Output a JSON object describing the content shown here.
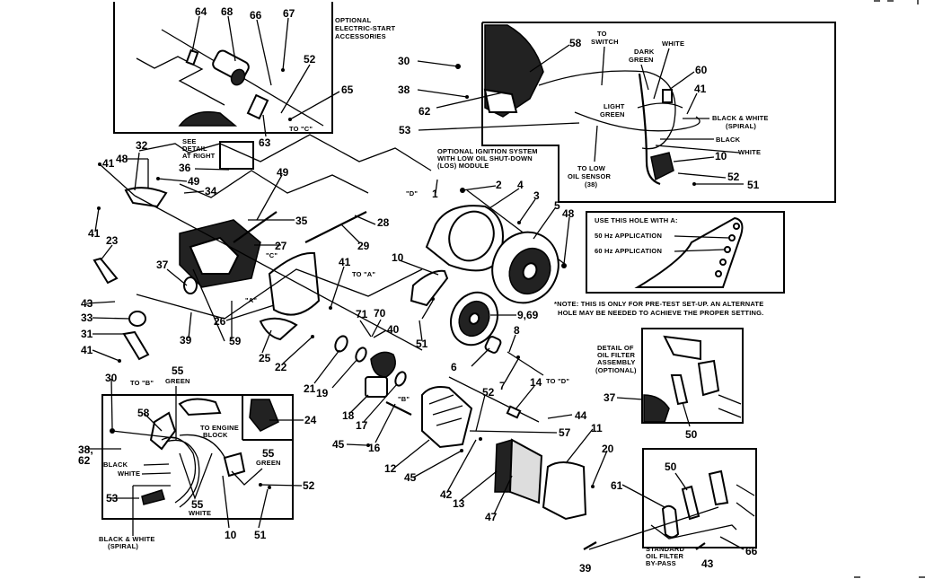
{
  "diagram": {
    "title": "Engine exploded parts diagram",
    "captions": {
      "electric_start": [
        "OPTIONAL",
        "ELECTRIC-START",
        "ACCESSORIES"
      ],
      "see_detail": [
        "SEE",
        "DETAIL",
        "AT RIGHT"
      ],
      "ignition": [
        "OPTIONAL IGNITION SYSTEM",
        "WITH LOW OIL SHUT-DOWN",
        "(LOS) MODULE"
      ],
      "hole_title": "USE THIS HOLE WITH A:",
      "hz50": "50 Hz APPLICATION",
      "hz60": "60 Hz APPLICATION",
      "note": [
        "*NOTE: THIS IS ONLY FOR PRE-TEST SET-UP.  AN ALTERNATE",
        "HOLE MAY BE NEEDED TO ACHIEVE THE PROPER SETTING."
      ],
      "oil_filter_detail": [
        "DETAIL OF",
        "OIL FILTER",
        "ASSEMBLY",
        "(OPTIONAL)"
      ],
      "standard_bypass": [
        "STANDARD",
        "OIL FILTER",
        "BY-PASS"
      ],
      "to_switch": [
        "TO",
        "SWITCH"
      ],
      "dark_green": [
        "DARK",
        "GREEN"
      ],
      "white": "WHITE",
      "light_green": [
        "LIGHT",
        "GREEN"
      ],
      "black_white_spiral": [
        "BLACK & WHITE",
        "(SPIRAL)"
      ],
      "black": "BLACK",
      "to_low_oil": [
        "TO LOW",
        "OIL SENSOR",
        "(38)"
      ],
      "to_engine_block": [
        "TO ENGINE",
        "BLOCK"
      ],
      "green": "GREEN",
      "to_a": "TO \"A\"",
      "to_b": "TO \"B\"",
      "to_c": "TO \"C\"",
      "to_d": "TO \"D\"",
      "ref_a": "\"A\"",
      "ref_b": "\"B\"",
      "ref_c": "\"C\"",
      "ref_d": "\"D\""
    },
    "part_labels": {
      "p64": "64",
      "p68": "68",
      "p66a": "66",
      "p67": "67",
      "p52a": "52",
      "p65": "65",
      "p63": "63",
      "p30a": "30",
      "p38a": "38",
      "p62a": "62",
      "p53a": "53",
      "p58a": "58",
      "p60": "60",
      "p41a": "41",
      "p10a": "10",
      "p52b": "52",
      "p51a": "51",
      "p32": "32",
      "p48a": "48",
      "p41b": "41",
      "p49a": "49",
      "p34": "34",
      "p36": "36",
      "p49b": "49",
      "p35": "35",
      "p41c": "41",
      "p23": "23",
      "p27": "27",
      "p28": "28",
      "p29": "29",
      "p41d": "41",
      "p1": "1",
      "p2": "2",
      "p4": "4",
      "p3": "3",
      "p5": "5",
      "p48b": "48",
      "p43a": "43",
      "p37a": "37",
      "p33": "33",
      "p31": "31",
      "p41e": "41",
      "p39a": "39",
      "p26": "26",
      "p59": "59",
      "p25": "25",
      "p22": "22",
      "p21": "21",
      "p19": "19",
      "p71": "71",
      "p70": "70",
      "p40": "40",
      "p10b": "10",
      "p51b": "51",
      "p969": "9,69",
      "p8": "8",
      "p6": "6",
      "p7": "7",
      "p18": "18",
      "p17": "17",
      "p16": "16",
      "p45a": "45",
      "p12": "12",
      "p45b": "45",
      "p42": "42",
      "p52c": "52",
      "p14": "14",
      "p44": "44",
      "p57": "57",
      "p13": "13",
      "p47": "47",
      "p11": "11",
      "p20": "20",
      "p37b": "37",
      "p50a": "50",
      "p61": "61",
      "p50b": "50",
      "p39b": "39",
      "p43b": "43",
      "p66b": "66",
      "p30b": "30",
      "p55a": "55",
      "p58b": "58",
      "p24": "24",
      "p3862": "38,",
      "p62b": "62",
      "p55b": "55",
      "p52d": "52",
      "p53b": "53",
      "p55c": "55",
      "p10c": "10",
      "p51c": "51"
    }
  }
}
